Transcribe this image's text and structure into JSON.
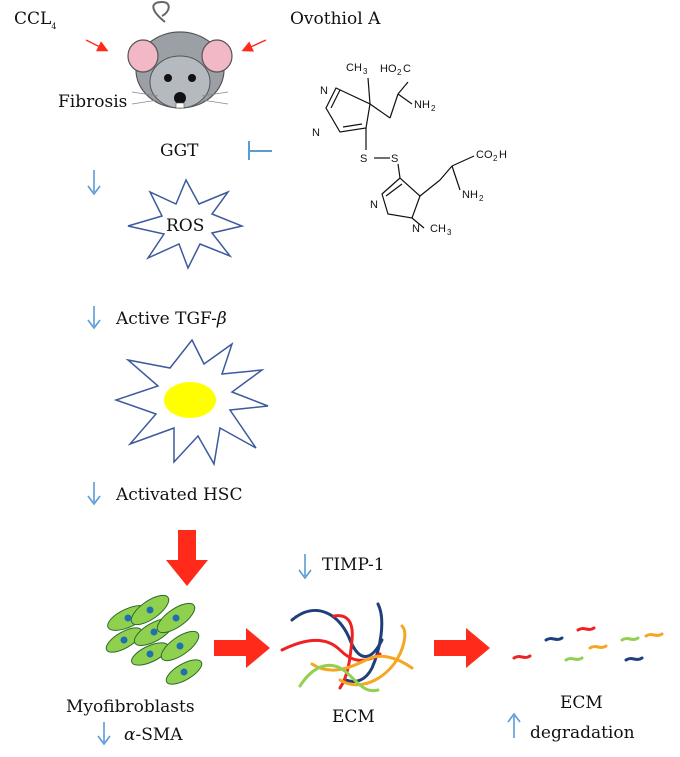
{
  "labels": {
    "ccl4": "CCL",
    "ccl4_sub": "4",
    "ovothiol": "Ovothiol A",
    "fibrosis": "Fibrosis",
    "ggt": "GGT",
    "ros": "ROS",
    "active_tgf": "Active TGF-",
    "beta": "β",
    "activated_hsc": "Activated HSC",
    "timp1": "TIMP-1",
    "myofibroblasts": "Myofibroblasts",
    "alpha": "α",
    "sma": "-SMA",
    "ecm": "ECM",
    "ecm_deg_1": "ECM",
    "ecm_deg_2": "degradation"
  },
  "chem": {
    "ch3_a": "CH",
    "ch3_a_sub": "3",
    "ho2c_a": "HO",
    "ho2c_a_sub": "2",
    "ho2c_a_end": "C",
    "nh2_a": "NH",
    "nh2_a_sub": "2",
    "n1": "N",
    "n2": "N",
    "s1": "S",
    "s2": "S",
    "co2h_b": "CO",
    "co2h_b_sub": "2",
    "co2h_b_end": "H",
    "nh2_b": "NH",
    "nh2_b_sub": "2",
    "n3": "N",
    "n4": "N",
    "ch3_b": "CH",
    "ch3_b_sub": "3"
  },
  "colors": {
    "blue_arrow": "#5b9bd5",
    "red_arrow": "#ff2a1a",
    "star_stroke": "#3d5a9e",
    "cell_nucleus": "#ffff00",
    "myofibroblast_fill": "#8fd14f",
    "myofibroblast_nucleus": "#1f6fb2",
    "fiber_navy": "#1f3f7a",
    "fiber_red": "#ee2222",
    "fiber_orange": "#f5a623",
    "fiber_green": "#92d050"
  }
}
